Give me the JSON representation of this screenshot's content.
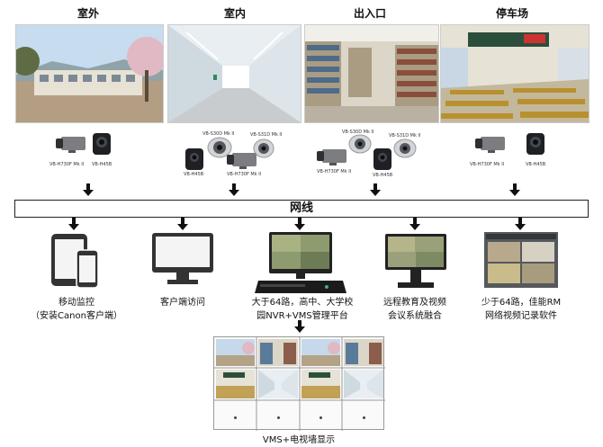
{
  "locations": [
    {
      "title": "室外"
    },
    {
      "title": "室内"
    },
    {
      "title": "出入口"
    },
    {
      "title": "停车场"
    }
  ],
  "cameras": {
    "outdoor": [
      "VB-H730F Mk II",
      "VB-H45B"
    ],
    "indoor": [
      "VB-S30D Mk II",
      "VB-S31D Mk II",
      "VB-H45B",
      "VB-H730F Mk II"
    ],
    "entrance": [
      "VB-S30D Mk II",
      "VB-S31D Mk II",
      "VB-H730F Mk II",
      "VB-H45B"
    ],
    "parking": [
      "VB-H730F Mk II",
      "VB-H45B"
    ]
  },
  "network_label": "网线",
  "devices": [
    {
      "line1": "移动监控",
      "line2": "（安装Canon客户端）"
    },
    {
      "line1": "客户端访问",
      "line2": ""
    },
    {
      "line1": "大于64路，高中、大学校",
      "line2": "园NVR+VMS管理平台"
    },
    {
      "line1": "远程教育及视频",
      "line2": "会议系统融合"
    },
    {
      "line1": "少于64路，佳能RM",
      "line2": "网络视频记录软件"
    }
  ],
  "videowall_label": "VMS+电视墙显示",
  "colors": {
    "line": "#111111",
    "screen_border": "#222222",
    "photo_sky": "#bcd3e8"
  }
}
